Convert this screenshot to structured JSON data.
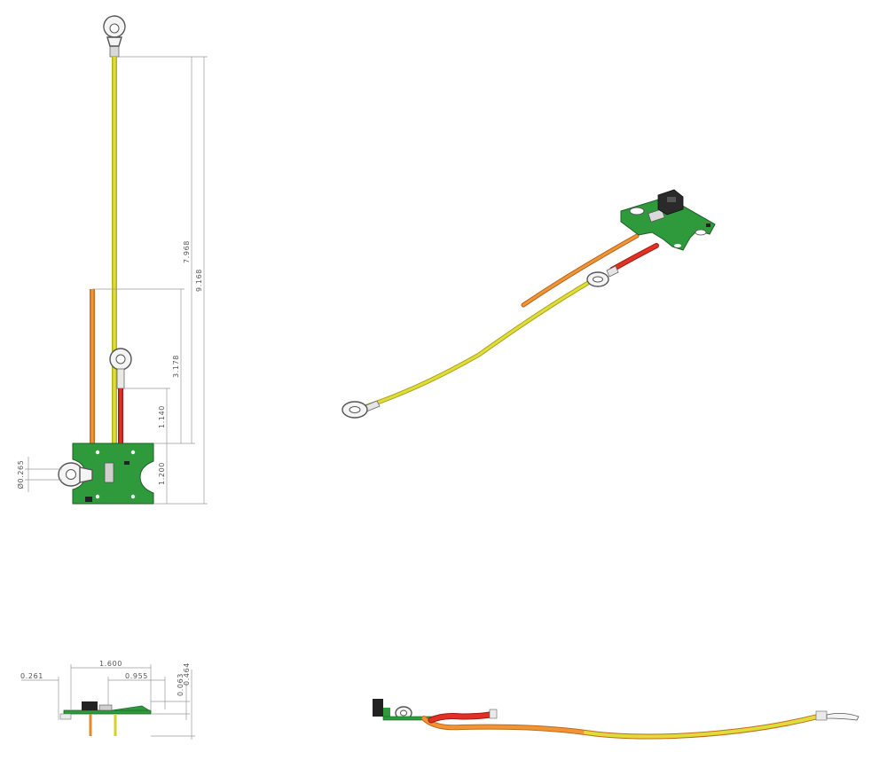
{
  "colors": {
    "background": "#ffffff",
    "pcb_green": "#2f9a3c",
    "wire_yellow": "#d4d12c",
    "wire_orange": "#e8882b",
    "wire_red": "#d42a1e",
    "dimension_line": "#9a9a9a"
  },
  "front_view": {
    "dimensions": {
      "overall_length": "9.168",
      "yellow_wire_length": "7.968",
      "orange_wire_length": "3.178",
      "red_wire_length": "1.140",
      "board_height": "1.200",
      "ring_diameter": "Ø0.265"
    }
  },
  "bottom_view": {
    "dimensions": {
      "board_width": "1.600",
      "connector_offset": "0.955",
      "left_offset": "0.261",
      "board_thickness": "0.063",
      "overall_height": "0.464"
    }
  }
}
